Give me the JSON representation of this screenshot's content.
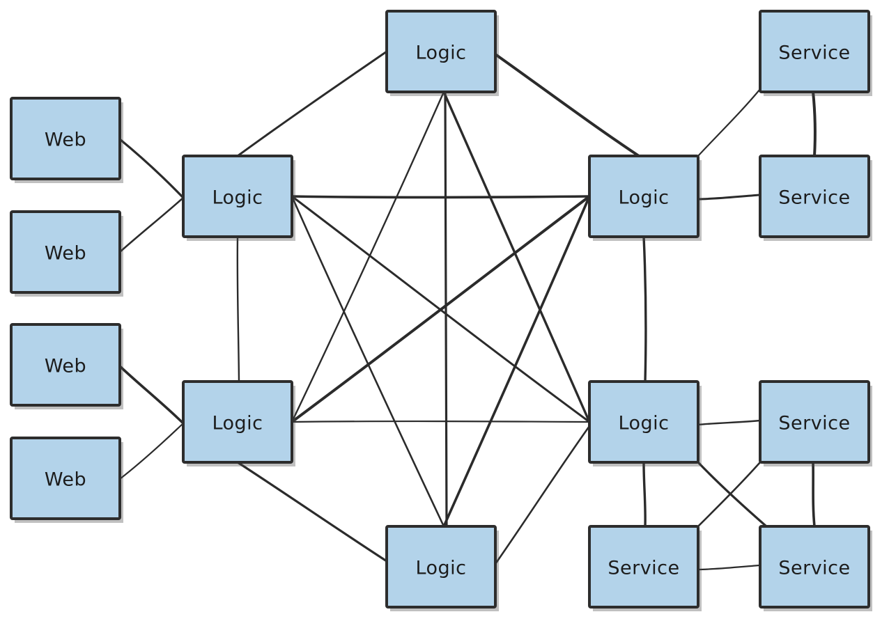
{
  "colors": {
    "box_fill": "#b3d3ea",
    "box_stroke": "#2d2d2d",
    "edge": "#2b2b2b",
    "background": "#ffffff"
  },
  "nodes": [
    {
      "id": "web1",
      "label": "Web"
    },
    {
      "id": "web2",
      "label": "Web"
    },
    {
      "id": "web3",
      "label": "Web"
    },
    {
      "id": "web4",
      "label": "Web"
    },
    {
      "id": "logic-top",
      "label": "Logic"
    },
    {
      "id": "logic-upper-left",
      "label": "Logic"
    },
    {
      "id": "logic-upper-right",
      "label": "Logic"
    },
    {
      "id": "logic-lower-left",
      "label": "Logic"
    },
    {
      "id": "logic-lower-right",
      "label": "Logic"
    },
    {
      "id": "logic-bottom",
      "label": "Logic"
    },
    {
      "id": "service1",
      "label": "Service"
    },
    {
      "id": "service2",
      "label": "Service"
    },
    {
      "id": "service3",
      "label": "Service"
    },
    {
      "id": "service4",
      "label": "Service"
    },
    {
      "id": "service5",
      "label": "Service"
    }
  ],
  "edges": [
    [
      "web1",
      "logic-upper-left"
    ],
    [
      "web2",
      "logic-upper-left"
    ],
    [
      "web3",
      "logic-lower-left"
    ],
    [
      "web4",
      "logic-lower-left"
    ],
    [
      "logic-upper-left",
      "logic-top"
    ],
    [
      "logic-top",
      "logic-upper-right"
    ],
    [
      "logic-upper-left",
      "logic-lower-left"
    ],
    [
      "logic-upper-right",
      "logic-lower-right"
    ],
    [
      "logic-lower-left",
      "logic-bottom"
    ],
    [
      "logic-bottom",
      "logic-lower-right"
    ],
    [
      "logic-upper-left",
      "logic-upper-right"
    ],
    [
      "logic-lower-left",
      "logic-lower-right"
    ],
    [
      "logic-upper-left",
      "logic-lower-right"
    ],
    [
      "logic-lower-left",
      "logic-upper-right"
    ],
    [
      "logic-top",
      "logic-lower-left"
    ],
    [
      "logic-top",
      "logic-lower-right"
    ],
    [
      "logic-top",
      "logic-bottom"
    ],
    [
      "logic-upper-left",
      "logic-bottom"
    ],
    [
      "logic-upper-right",
      "logic-bottom"
    ],
    [
      "logic-upper-right",
      "service1"
    ],
    [
      "logic-upper-right",
      "service2"
    ],
    [
      "service1",
      "service2"
    ],
    [
      "logic-lower-right",
      "service3"
    ],
    [
      "logic-lower-right",
      "service4"
    ],
    [
      "logic-lower-right",
      "service5"
    ],
    [
      "service3",
      "service4"
    ],
    [
      "service3",
      "service5"
    ],
    [
      "service4",
      "service5"
    ]
  ]
}
